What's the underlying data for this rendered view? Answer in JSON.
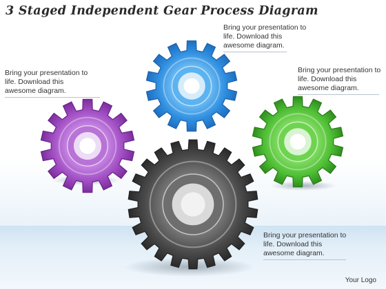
{
  "title": "3 Staged Independent Gear Process Diagram",
  "callouts": {
    "top_center": [
      "Bring your presentation to",
      "life. Download this",
      "awesome diagram."
    ],
    "left": [
      "Bring your presentation to",
      "life. Download this",
      "awesome diagram."
    ],
    "right": [
      "Bring your presentation to",
      "life. Download this",
      "awesome diagram."
    ],
    "bottom_right": [
      "Bring your presentation to",
      "life. Download this",
      "awesome diagram."
    ]
  },
  "gears": [
    {
      "name": "blue",
      "color": "#3fa0e6"
    },
    {
      "name": "purple",
      "color": "#a24fc4"
    },
    {
      "name": "green",
      "color": "#4fbf35"
    },
    {
      "name": "gray",
      "color": "#4a4a4a"
    }
  ],
  "logo": "Your Logo"
}
